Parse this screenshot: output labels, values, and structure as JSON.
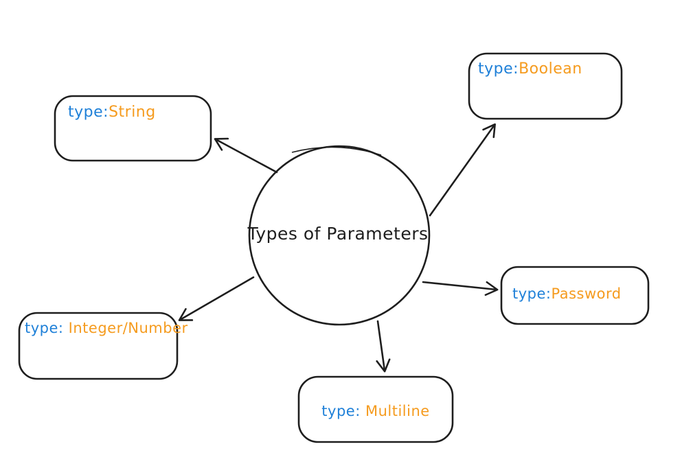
{
  "diagram": {
    "center_label": "Types of Parameters",
    "nodes": [
      {
        "id": "string",
        "prefix": "type:",
        "value": "String"
      },
      {
        "id": "boolean",
        "prefix": "type:",
        "value": "Boolean"
      },
      {
        "id": "password",
        "prefix": "type:",
        "value": "Password"
      },
      {
        "id": "integer-number",
        "prefix": "type:",
        "value": " Integer/Number"
      },
      {
        "id": "multiline",
        "prefix": "type:",
        "value": " Multiline"
      }
    ],
    "colors": {
      "type_prefix": "#1f80d8",
      "type_value": "#f59b1e",
      "stroke": "#1e1e1e",
      "background": "#ffffff"
    }
  }
}
